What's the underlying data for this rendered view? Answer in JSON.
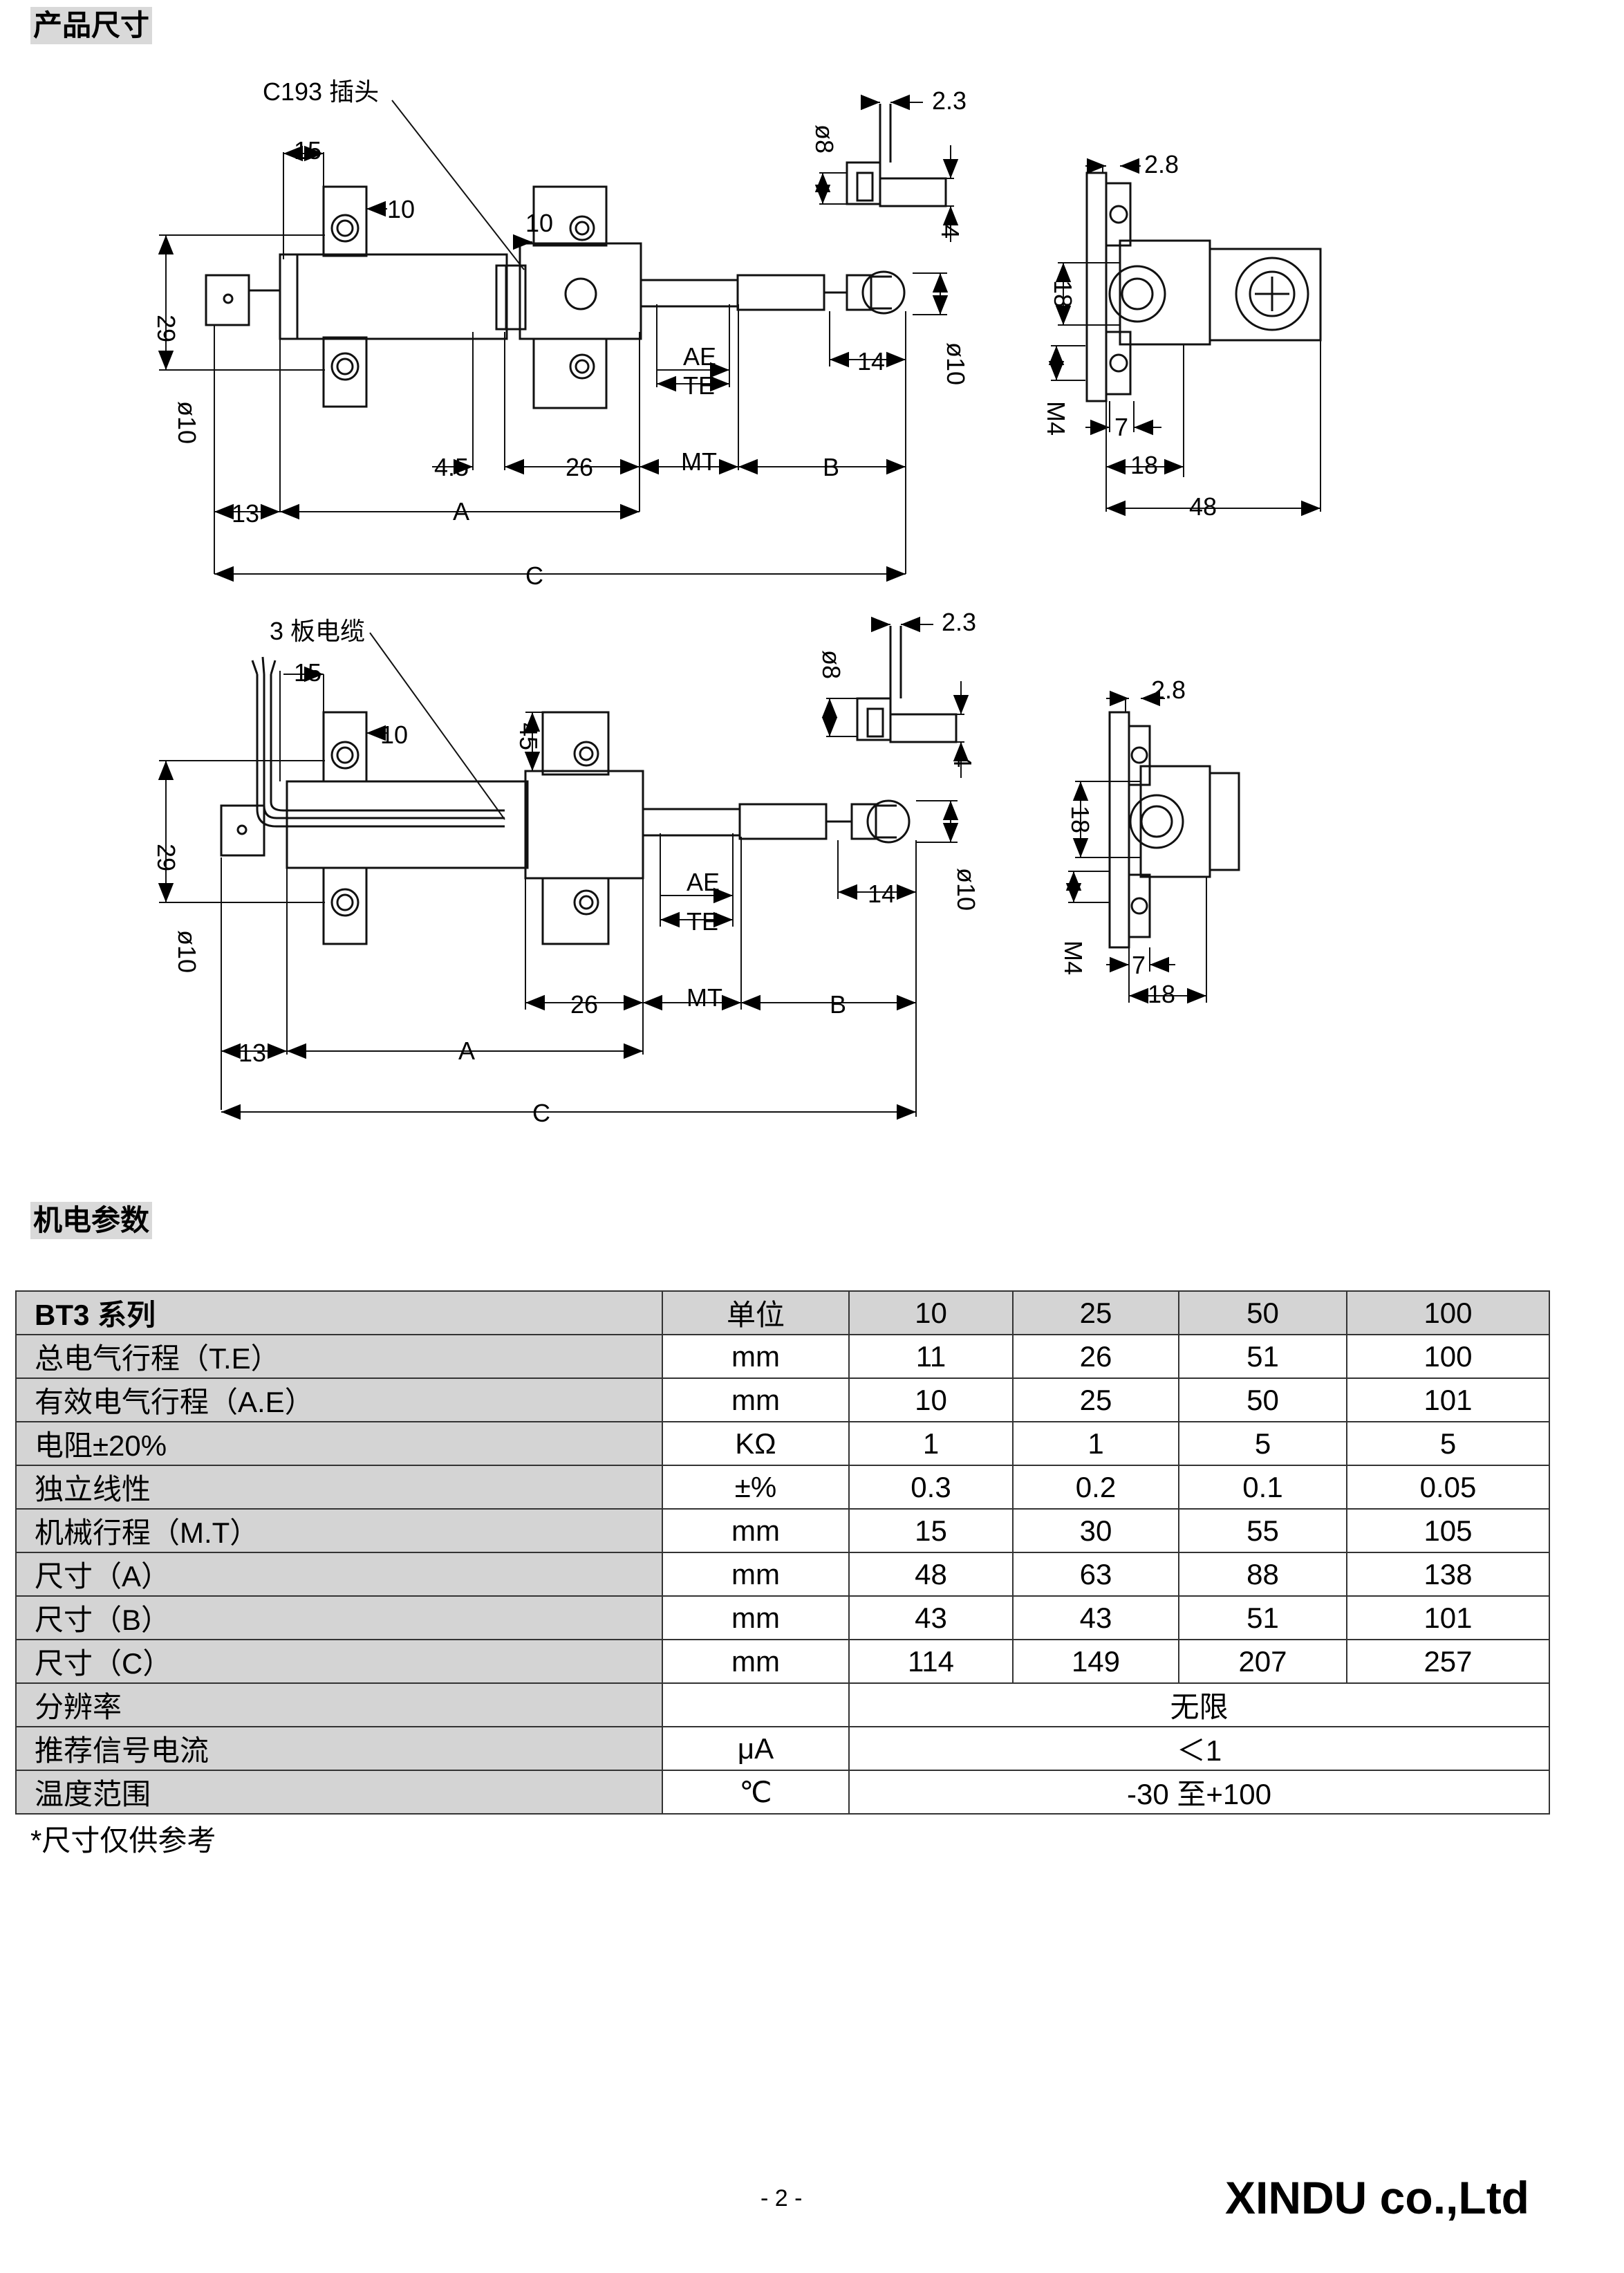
{
  "sections": {
    "dimensions_title": "产品尺寸",
    "params_title": "机电参数"
  },
  "drawing": {
    "top_callout": "C193 插头",
    "bottom_callout": "3 板电缆",
    "dims": {
      "d15": "15",
      "d10": "10",
      "d29": "29",
      "d_phi10": "ø10",
      "d45": "45",
      "d4_5": "4.5",
      "d26": "26",
      "mt": "MT",
      "b": "B",
      "d13": "13",
      "a": "A",
      "c": "C",
      "ae": "AE",
      "te": "TE",
      "d14": "14",
      "d_phi8": "ø8",
      "d2_3": "2.3",
      "d4": "4",
      "d2_8": "2.8",
      "d18": "18",
      "m4": "M4",
      "d7": "7",
      "d48": "48"
    }
  },
  "table": {
    "header": [
      "BT3 系列",
      "单位",
      "10",
      "25",
      "50",
      "100"
    ],
    "rows": [
      [
        "总电气行程（T.E）",
        "mm",
        "11",
        "26",
        "51",
        "100"
      ],
      [
        "有效电气行程（A.E）",
        "mm",
        "10",
        "25",
        "50",
        "101"
      ],
      [
        "电阻±20%",
        "KΩ",
        "1",
        "1",
        "5",
        "5"
      ],
      [
        "独立线性",
        "±%",
        "0.3",
        "0.2",
        "0.1",
        "0.05"
      ],
      [
        "机械行程（M.T）",
        "mm",
        "15",
        "30",
        "55",
        "105"
      ],
      [
        "尺寸（A）",
        "mm",
        "48",
        "63",
        "88",
        "138"
      ],
      [
        "尺寸（B）",
        "mm",
        "43",
        "43",
        "51",
        "101"
      ],
      [
        "尺寸（C）",
        "mm",
        "114",
        "149",
        "207",
        "257"
      ]
    ],
    "merged_rows": [
      [
        "分辨率",
        "",
        "无限"
      ],
      [
        "推荐信号电流",
        "μA",
        "＜1"
      ],
      [
        "温度范围",
        "℃",
        "-30 至+100"
      ]
    ]
  },
  "note": "*尺寸仅供参考",
  "footer": {
    "page": "- 2 -",
    "company": "XINDU co.,Ltd"
  }
}
